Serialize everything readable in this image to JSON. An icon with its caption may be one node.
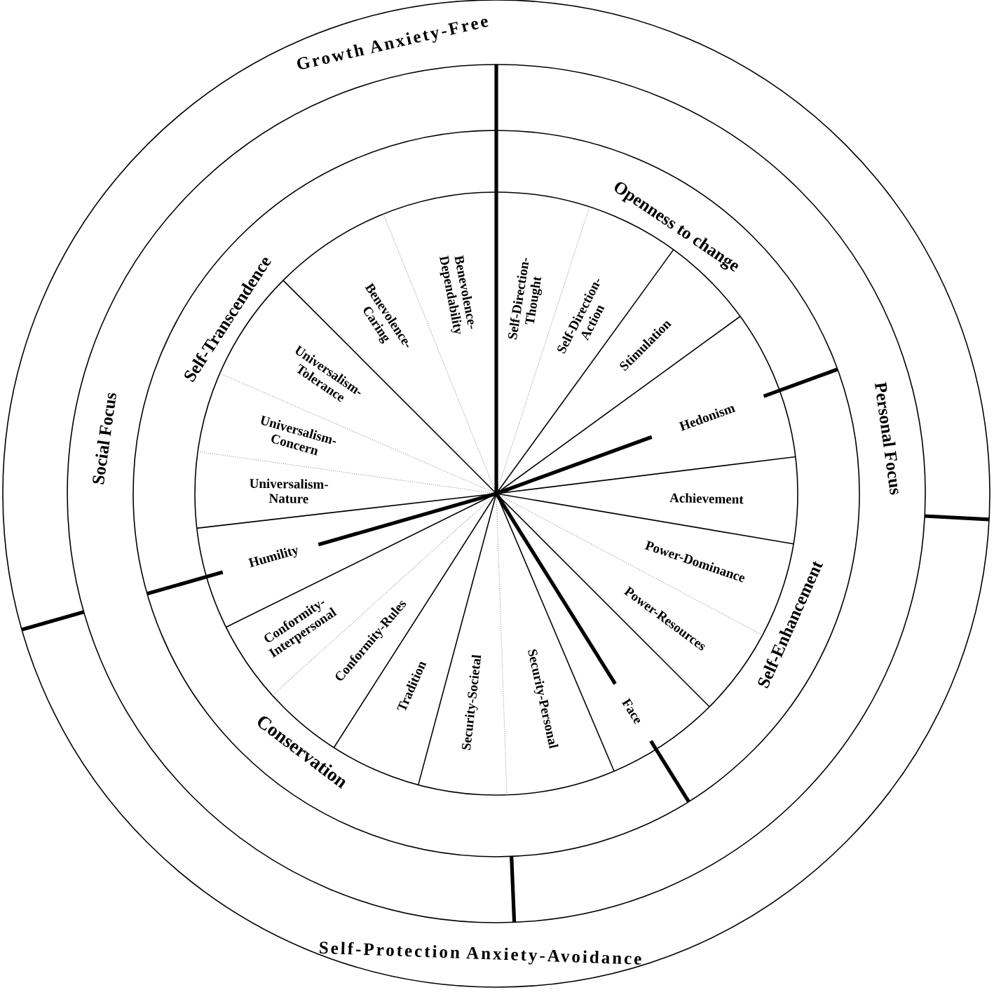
{
  "diagram": {
    "nodes": [
      {
        "text": [
          "Growth Anxiety-Free"
        ]
      },
      {
        "text": [
          "Self-Transcendence"
        ]
      },
      {
        "text": [
          "Openness to change"
        ]
      },
      {
        "text": [
          "Social Focus"
        ]
      },
      {
        "text": [
          "Personal Focus"
        ]
      },
      {
        "text": [
          "Self-Direction-Thought"
        ]
      },
      {
        "text": [
          "Self-Direction-Action"
        ]
      },
      {
        "text": [
          "Stimulation"
        ]
      },
      {
        "text": [
          "Hedonism"
        ]
      },
      {
        "text": [
          "Achievement"
        ]
      },
      {
        "text": [
          "Power-Dominance"
        ]
      },
      {
        "text": [
          "Power-Resources"
        ]
      },
      {
        "text": [
          "Face"
        ]
      },
      {
        "text": [
          "Security-Personal"
        ]
      },
      {
        "text": [
          "Security-Societal"
        ]
      },
      {
        "text": [
          "Tradition"
        ]
      },
      {
        "text": [
          "Conformity-Rules"
        ]
      },
      {
        "text": [
          "Conformity-Interpersonal"
        ]
      },
      {
        "text": [
          "Humility"
        ]
      },
      {
        "text": [
          "Universalism-Nature"
        ]
      },
      {
        "text": [
          "Universalism-Concern"
        ]
      },
      {
        "text": [
          "Universalism-Tolerance"
        ]
      },
      {
        "text": [
          "Benevolence-Caring"
        ]
      },
      {
        "text": [
          "Benevolence-Dependability"
        ]
      },
      {
        "text": [
          "Self-Enhancement"
        ]
      },
      {
        "text": [
          "Conservation"
        ]
      },
      {
        "text": [
          "Self-Protection Anxiety-Avoidance"
        ]
      }
    ]
  }
}
